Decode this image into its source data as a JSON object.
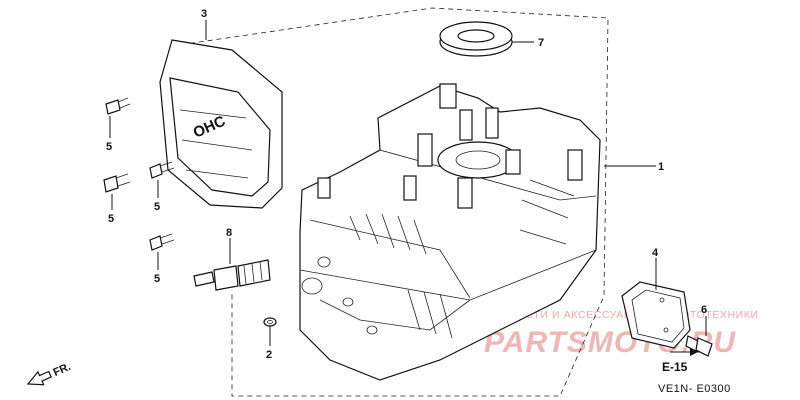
{
  "diagram": {
    "callouts": [
      {
        "id": "c1",
        "text": "1"
      },
      {
        "id": "c2",
        "text": "2"
      },
      {
        "id": "c3",
        "text": "3"
      },
      {
        "id": "c4",
        "text": "4"
      },
      {
        "id": "c5a",
        "text": "5"
      },
      {
        "id": "c5b",
        "text": "5"
      },
      {
        "id": "c5c",
        "text": "5"
      },
      {
        "id": "c5d",
        "text": "5"
      },
      {
        "id": "c6",
        "text": "6"
      },
      {
        "id": "c7",
        "text": "7"
      },
      {
        "id": "c8",
        "text": "8"
      }
    ],
    "cover_lettering": "OHC",
    "reference": "E-15",
    "direction_label": "FR.",
    "diagram_code": "VE1N- E0300"
  },
  "watermark": {
    "tagline": "ЗАПЧАСТИ И АКСЕССУАРЫ ДЛЯ МОТОТЕХНИКИ",
    "brand": "PARTSMOTO.RU"
  }
}
